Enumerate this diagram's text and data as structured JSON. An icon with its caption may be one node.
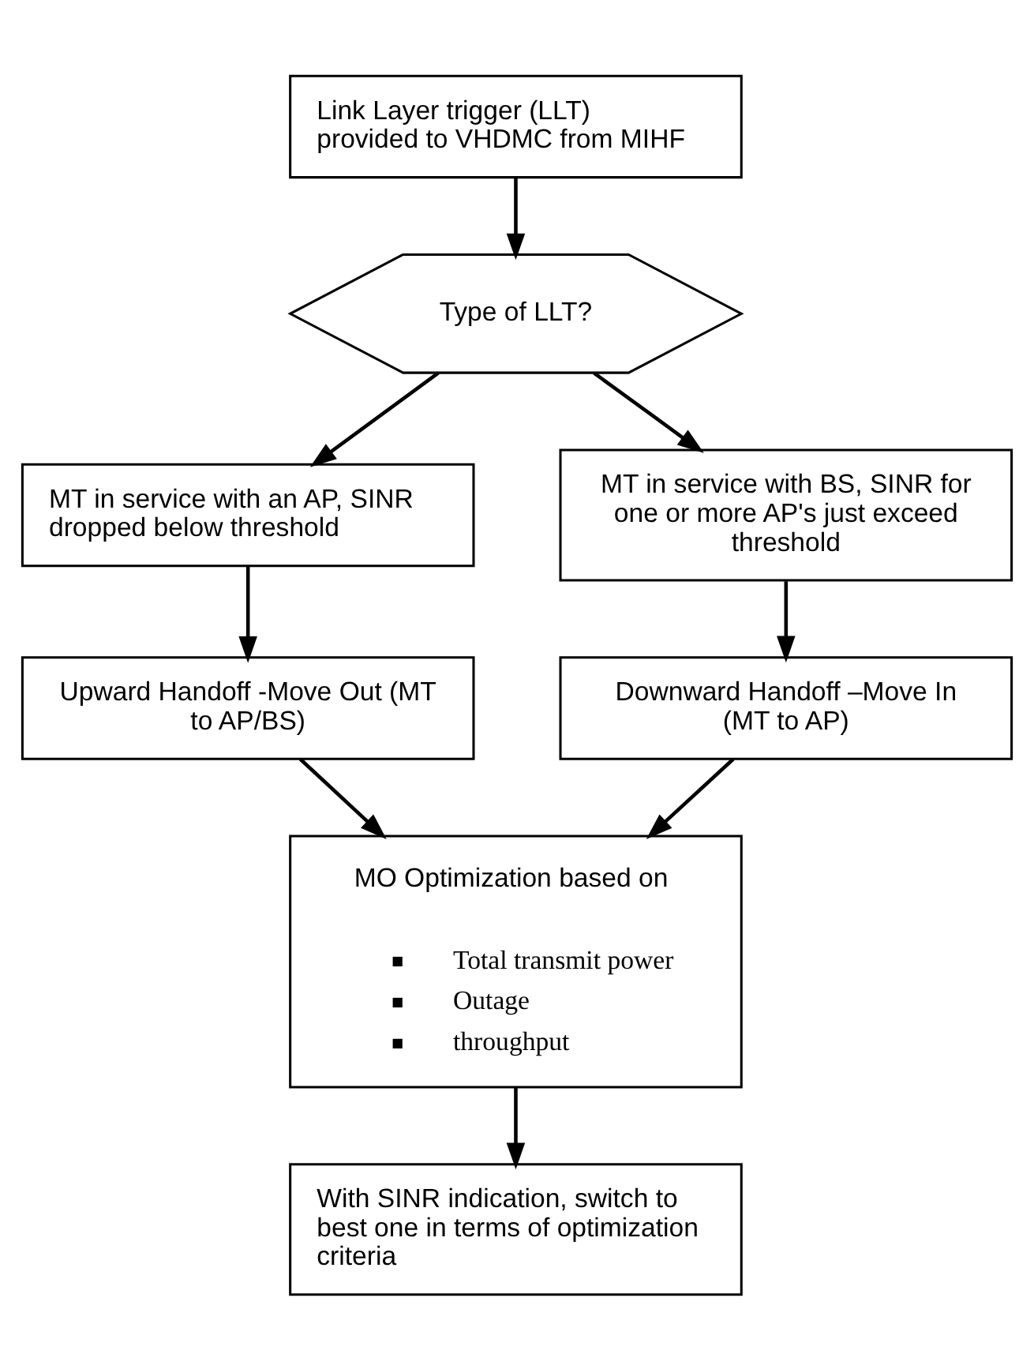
{
  "diagram": {
    "nodes": [
      {
        "text": [
          "Link Layer trigger (LLT) provided to VHDMC from MIHF"
        ]
      },
      {
        "text": [
          "Type of LLT?"
        ]
      },
      {
        "text": [
          "MT in service with an AP, SINR dropped below threshold"
        ]
      },
      {
        "text": [
          "MT in service with BS, SINR for one or more AP's just exceed threshold"
        ]
      },
      {
        "text": [
          "Upward Handoff -Move Out (MT to AP/BS)"
        ]
      },
      {
        "text": [
          "Downward Handoff –Move In (MT to AP)"
        ]
      },
      {
        "text": [
          "MO Optimization based on",
          "Total transmit power",
          "Outage",
          "throughput"
        ]
      },
      {
        "text": [
          "With SINR indication, switch to best one in terms of optimization criteria"
        ]
      }
    ],
    "edges": [
      {
        "from": 0,
        "to": 1,
        "arrow": "to"
      },
      {
        "from": 1,
        "to": 2,
        "arrow": "to"
      },
      {
        "from": 1,
        "to": 3,
        "arrow": "to"
      },
      {
        "from": 2,
        "to": 4,
        "arrow": "to"
      },
      {
        "from": 3,
        "to": 5,
        "arrow": "to"
      },
      {
        "from": 4,
        "to": 6,
        "arrow": "to"
      },
      {
        "from": 5,
        "to": 6,
        "arrow": "to"
      },
      {
        "from": 6,
        "to": 7,
        "arrow": "to"
      }
    ]
  }
}
